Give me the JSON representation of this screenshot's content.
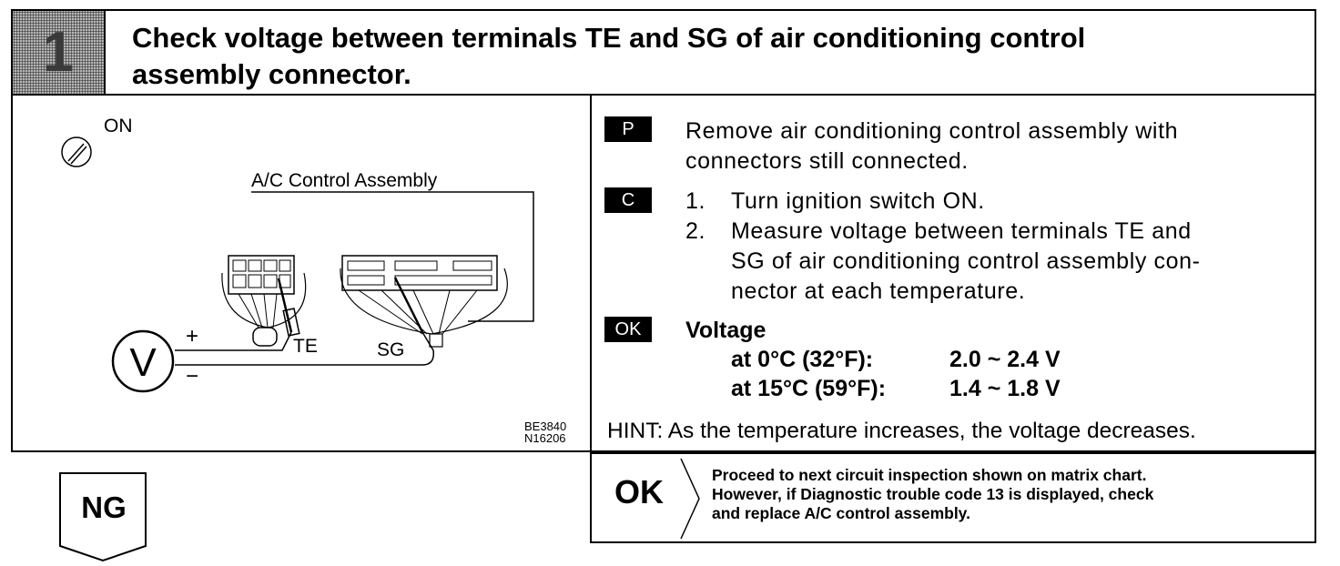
{
  "header": {
    "step_number": "1",
    "title_line1": "Check voltage between terminals TE and SG of air conditioning control",
    "title_line2": "assembly connector."
  },
  "diagram": {
    "ignition_label": "ON",
    "assembly_label": "A/C Control Assembly",
    "meter_symbol": "V",
    "plus_sign": "+",
    "minus_sign": "−",
    "terminal_te": "TE",
    "terminal_sg": "SG",
    "figure_code_1": "BE3840",
    "figure_code_2": "N16206"
  },
  "steps": {
    "p_badge": "P",
    "p_text_line1": "Remove air conditioning control assembly with",
    "p_text_line2": "connectors still connected.",
    "c_badge": "C",
    "c1_num": "1.",
    "c1_text": "Turn ignition switch ON.",
    "c2_num": "2.",
    "c2_line1": "Measure voltage between terminals TE and",
    "c2_line2": "SG of air conditioning control assembly con-",
    "c2_line3": "nector at each temperature.",
    "ok_badge": "OK",
    "ok_title": "Voltage",
    "ok_row1_cond": "at  0°C (32°F):",
    "ok_row1_val": "2.0 ~ 2.4 V",
    "ok_row2_cond": "at 15°C (59°F):",
    "ok_row2_val": "1.4 ~ 1.8 V",
    "hint": "HINT: As the temperature increases, the voltage decreases."
  },
  "result_ok": {
    "label": "OK",
    "line1": "Proceed to next circuit inspection shown on matrix chart.",
    "line2": "However, if Diagnostic trouble code 13 is displayed, check",
    "line3": "and replace A/C control assembly."
  },
  "result_ng": {
    "label": "NG"
  }
}
